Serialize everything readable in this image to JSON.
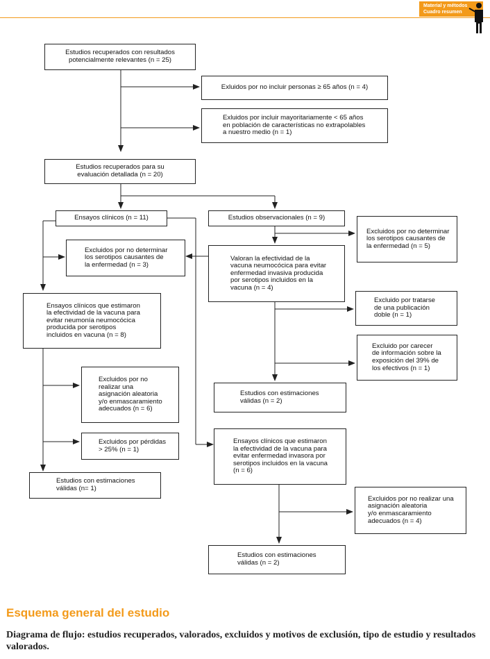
{
  "header": {
    "tag_line1": "Material y métodos",
    "tag_line2": "Cuadro resumen"
  },
  "boxes": {
    "b1": "Estudios recuperados con resultados\npotencialmente relevantes (n = 25)",
    "b2": "Exluidos por no incluir personas ≥ 65 años (n = 4)",
    "b3": "Exluidos por incluir mayoritariamente < 65 años\nen población de características no extrapolables\na nuestro medio (n = 1)",
    "b4": "Estudios recuperados para su\nevaluación detallada (n = 20)",
    "b5": "Ensayos clínicos (n = 11)",
    "b6": "Estudios observacionales (n = 9)",
    "b7": "Excluidos por no determinar\nlos serotipos causantes de\nla enfermedad (n = 3)",
    "b8": "Excluidos por no determinar\nlos serotipos causantes de\nla enfermedad (n = 5)",
    "b9": "Valoran la efectividad de la\nvacuna neumocócica para evitar\nenfermedad invasiva producida\npor serotipos incluidos en la\nvacuna (n = 4)",
    "b10": "Ensayos clínicos que estimaron\nla efectividad de la vacuna para\nevitar neumonía neumocócica\nproducida por serotipos\nincluidos en vacuna (n = 8)",
    "b11": "Excluido por tratarse\nde una publicación\ndoble (n = 1)",
    "b12": "Excluido por carecer\nde información sobre la\nexposición del 39% de\nlos efectivos (n = 1)",
    "b13": "Excluidos por no\nrealizar una\nasignación aleatoria\ny/o enmascaramiento\nadecuados (n = 6)",
    "b14": "Estudios con estimaciones\nválidas (n = 2)",
    "b15": "Excluidos por pérdidas\n> 25% (n = 1)",
    "b16": "Ensayos clínicos que estimaron\nla efectividad de la vacuna para\nevitar enfermedad invasora por\nserotipos incluidos en la vacuna\n(n = 6)",
    "b17": "Estudios con estimaciones\nválidas (n= 1)",
    "b18": "Excluidos por no realizar una\nasignación aleatoria\ny/o enmascaramiento\nadecuados (n = 4)",
    "b19": "Estudios con estimaciones\nválidas (n = 2)"
  },
  "section_title": "Esquema general del estudio",
  "caption": "Diagrama de flujo: estudios recuperados, valorados, excluidos y motivos de exclusión, tipo de estudio y resultados valorados.",
  "colors": {
    "accent": "#f39a1a",
    "line": "#222222"
  }
}
